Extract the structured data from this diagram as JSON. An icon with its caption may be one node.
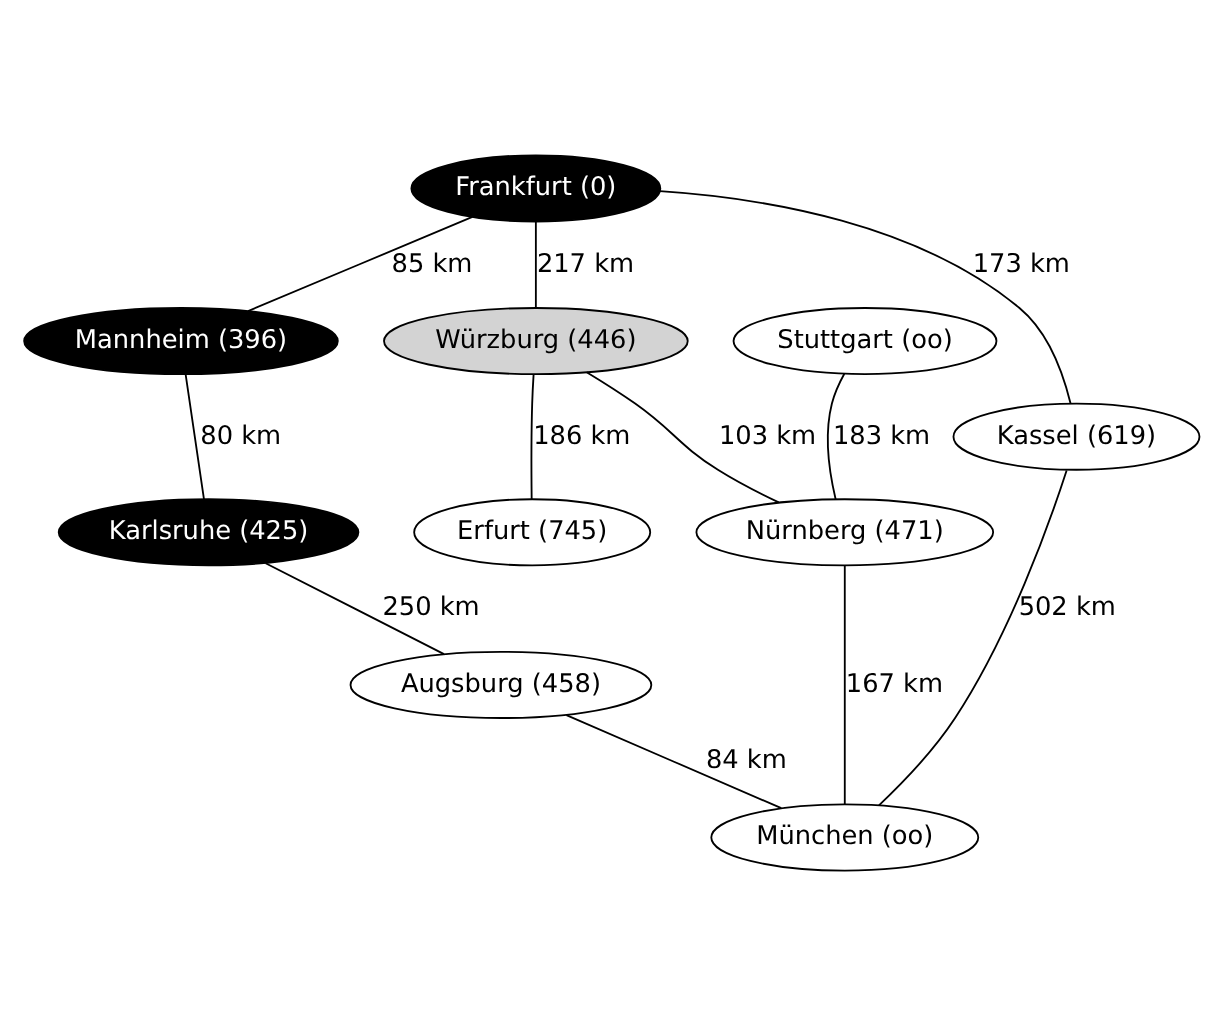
{
  "diagram": {
    "nodes": [
      {
        "text": [
          "Frankfurt (0)"
        ]
      },
      {
        "text": [
          "Mannheim (396)"
        ]
      },
      {
        "text": [
          "Würzburg (446)"
        ]
      },
      {
        "text": [
          "Stuttgart (oo)"
        ]
      },
      {
        "text": [
          "Kassel (619)"
        ]
      },
      {
        "text": [
          "Karlsruhe (425)"
        ]
      },
      {
        "text": [
          "Erfurt (745)"
        ]
      },
      {
        "text": [
          "Nürnberg (471)"
        ]
      },
      {
        "text": [
          "Augsburg (458)"
        ]
      },
      {
        "text": [
          "München (oo)"
        ]
      }
    ],
    "edges": [
      {
        "from": 0,
        "to": 1,
        "arrow": "none",
        "label": "85 km"
      },
      {
        "from": 0,
        "to": 2,
        "arrow": "none",
        "label": "217 km"
      },
      {
        "from": 0,
        "to": 4,
        "arrow": "none",
        "label": "173 km"
      },
      {
        "from": 1,
        "to": 5,
        "arrow": "none",
        "label": "80 km"
      },
      {
        "from": 2,
        "to": 6,
        "arrow": "none",
        "label": "186 km"
      },
      {
        "from": 2,
        "to": 7,
        "arrow": "none",
        "label": "103 km"
      },
      {
        "from": 3,
        "to": 7,
        "arrow": "none",
        "label": "183 km"
      },
      {
        "from": 4,
        "to": 9,
        "arrow": "none",
        "label": "502 km"
      },
      {
        "from": 5,
        "to": 8,
        "arrow": "none",
        "label": "250 km"
      },
      {
        "from": 7,
        "to": 9,
        "arrow": "none",
        "label": "167 km"
      },
      {
        "from": 8,
        "to": 9,
        "arrow": "none",
        "label": "84 km"
      }
    ]
  }
}
